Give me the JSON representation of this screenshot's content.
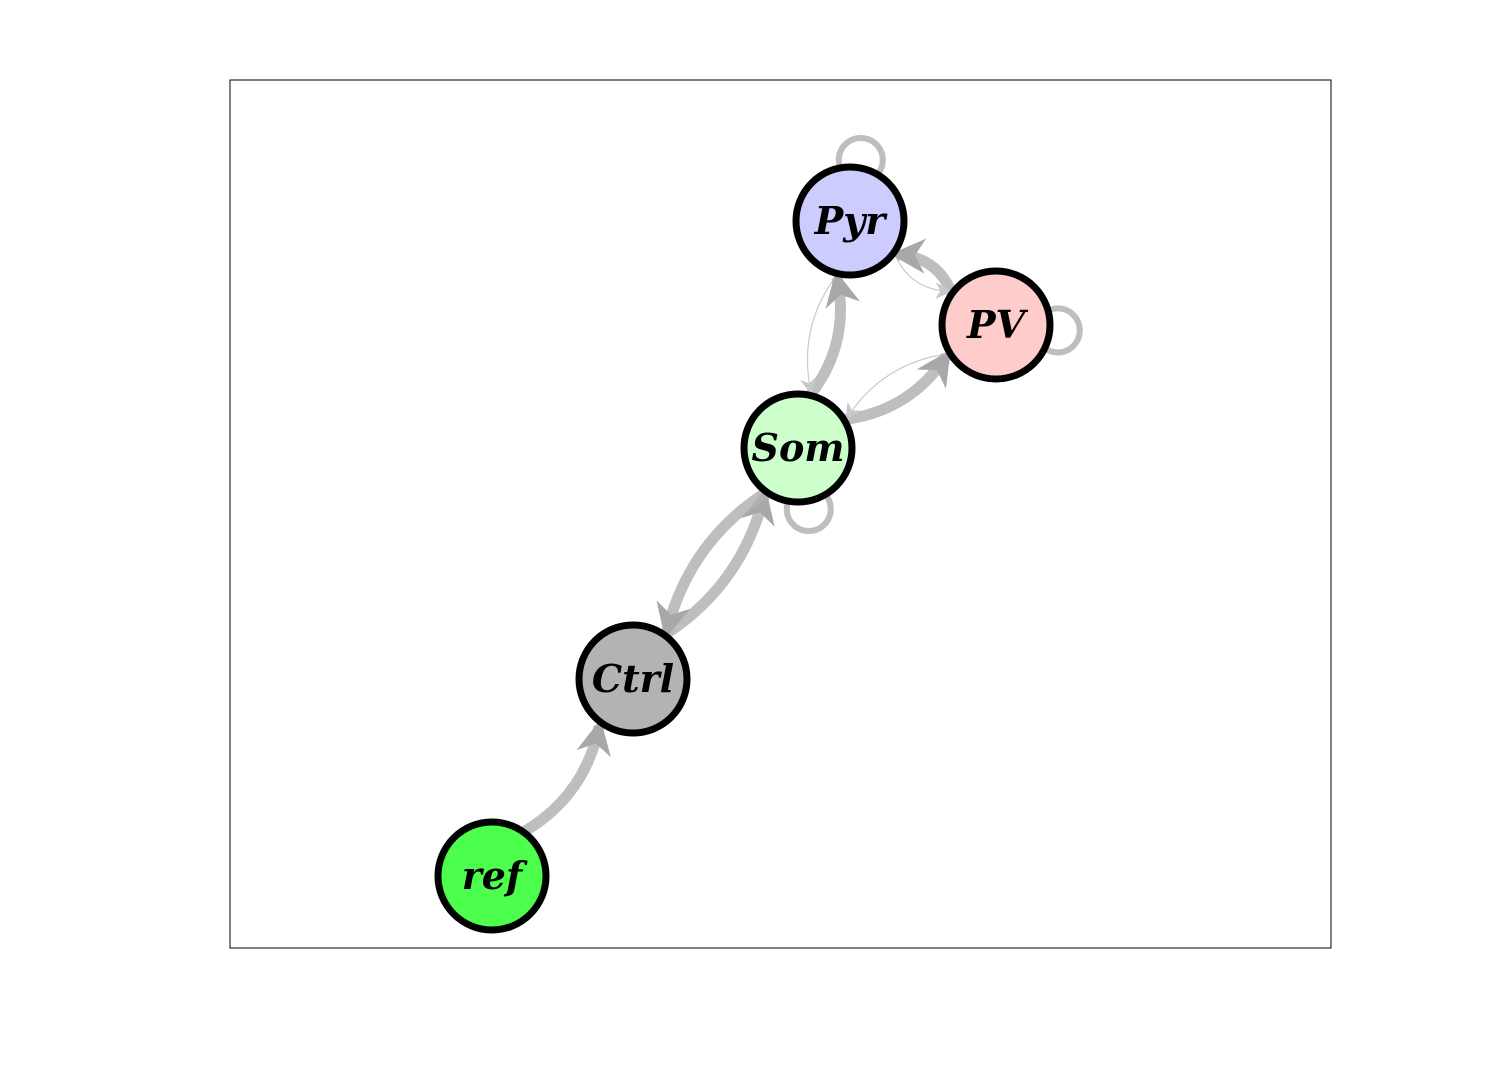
{
  "diagram": {
    "type": "directed-graph",
    "edge_color": "#b3b3b3",
    "node_border_color": "#000000",
    "nodes": [
      {
        "id": "Pyr",
        "label": "Pyr",
        "fill": "#ccccff"
      },
      {
        "id": "PV",
        "label": "PV",
        "fill": "#ffcccc"
      },
      {
        "id": "Som",
        "label": "Som",
        "fill": "#ccffcc"
      },
      {
        "id": "Ctrl",
        "label": "Ctrl",
        "fill": "#b3b3b3"
      },
      {
        "id": "ref",
        "label": "ref",
        "fill": "#4dff4d"
      }
    ],
    "edges": [
      {
        "source": "ref",
        "target": "Ctrl",
        "strength": "strong"
      },
      {
        "source": "Ctrl",
        "target": "Som",
        "strength": "strong"
      },
      {
        "source": "Som",
        "target": "Ctrl",
        "strength": "strong"
      },
      {
        "source": "Som",
        "target": "Pyr",
        "strength": "strong"
      },
      {
        "source": "Pyr",
        "target": "Som",
        "strength": "weak"
      },
      {
        "source": "Som",
        "target": "PV",
        "strength": "strong"
      },
      {
        "source": "PV",
        "target": "Som",
        "strength": "weak"
      },
      {
        "source": "PV",
        "target": "Pyr",
        "strength": "strong"
      },
      {
        "source": "Pyr",
        "target": "PV",
        "strength": "weak"
      },
      {
        "source": "Pyr",
        "target": "Pyr",
        "strength": "medium"
      },
      {
        "source": "PV",
        "target": "PV",
        "strength": "medium"
      },
      {
        "source": "Som",
        "target": "Som",
        "strength": "medium"
      }
    ]
  }
}
